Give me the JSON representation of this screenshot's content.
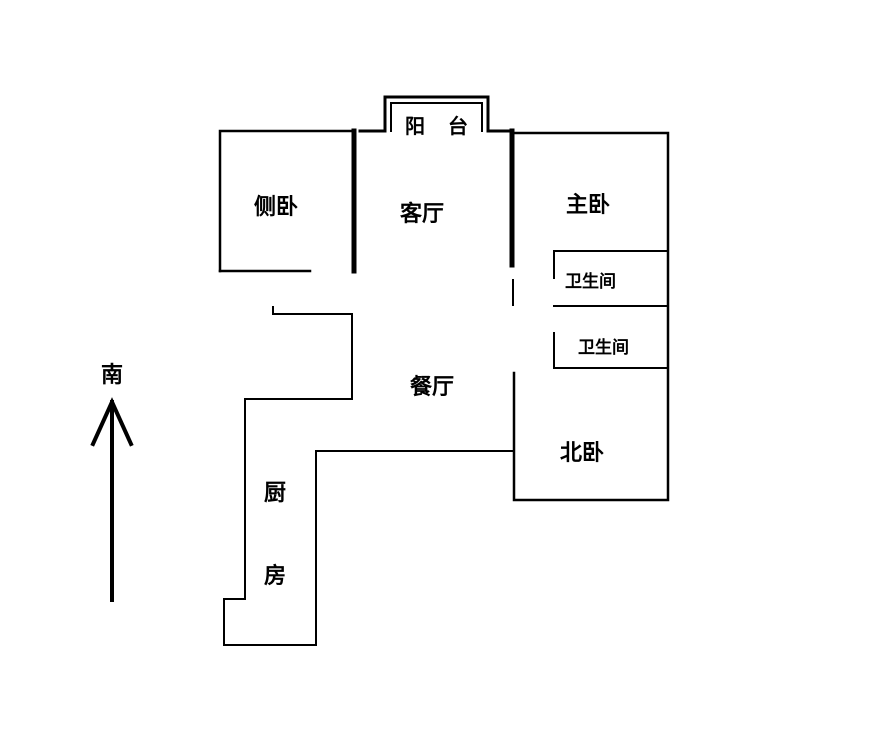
{
  "rooms": {
    "balcony": {
      "char1": "阳",
      "char2": "台"
    },
    "side_bedroom": "侧卧",
    "living_room": "客厅",
    "master_bedroom": "主卧",
    "bathroom_1": "卫生间",
    "bathroom_2": "卫生间",
    "dining_room": "餐厅",
    "north_bedroom": "北卧",
    "kitchen": {
      "char1": "厨",
      "char2": "房"
    }
  },
  "compass": {
    "label": "南"
  },
  "colors": {
    "line": "#000000",
    "background": "#ffffff"
  }
}
